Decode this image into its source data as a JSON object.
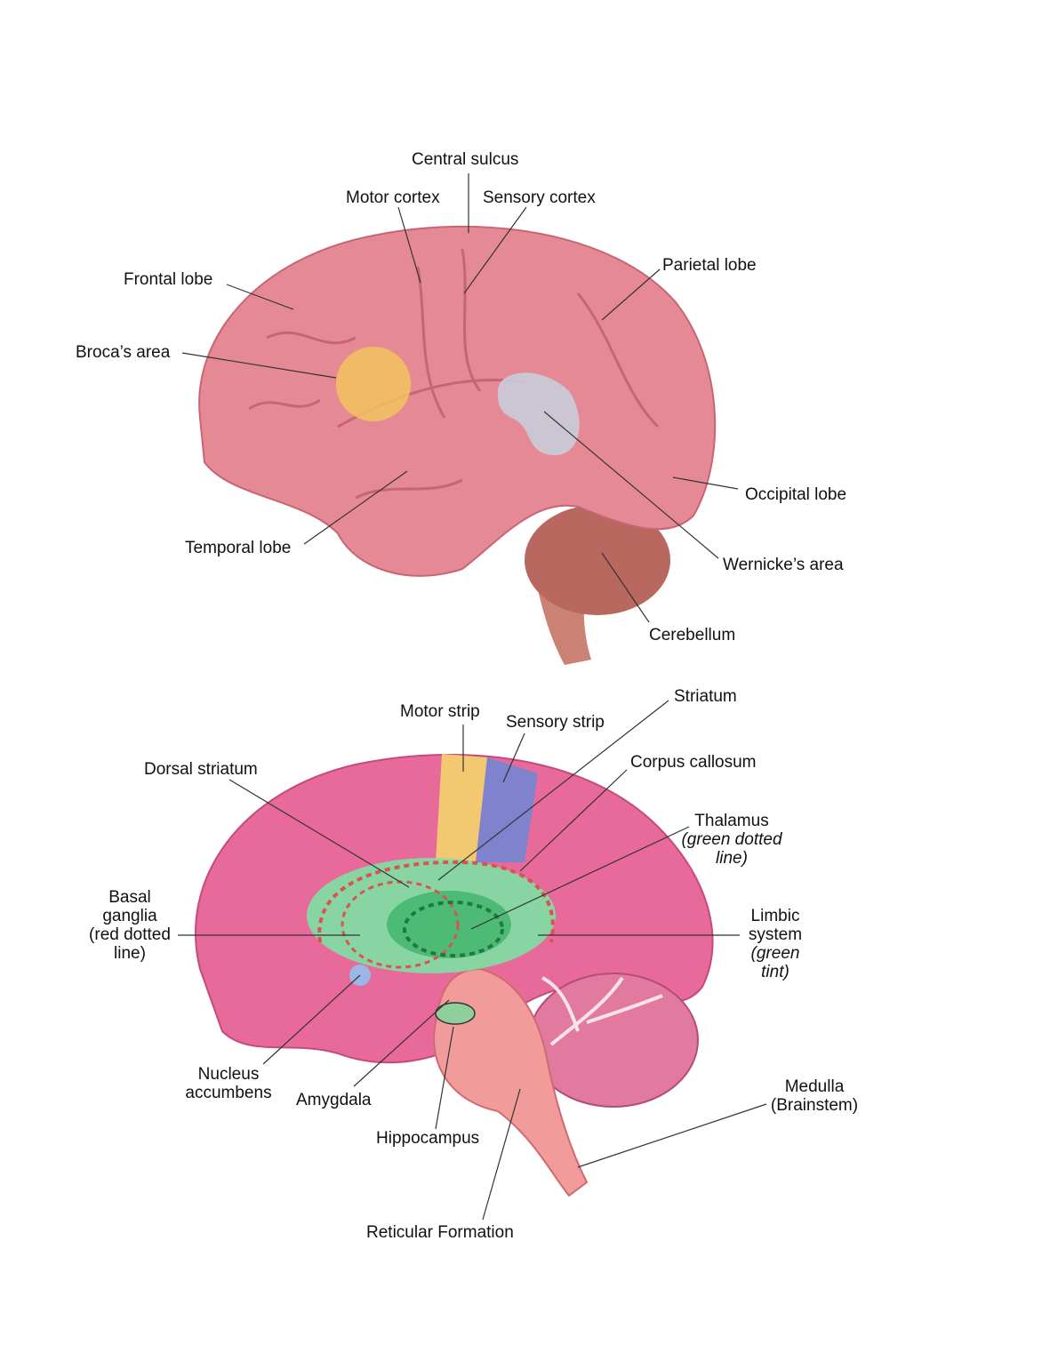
{
  "top_diagram": {
    "labels": {
      "central_sulcus": "Central sulcus",
      "motor_cortex": "Motor cortex",
      "sensory_cortex": "Sensory cortex",
      "frontal_lobe": "Frontal lobe",
      "parietal_lobe": "Parietal lobe",
      "brocas_area": "Broca’s area",
      "occipital_lobe": "Occipital lobe",
      "temporal_lobe": "Temporal lobe",
      "wernickes_area": "Wernicke’s area",
      "cerebellum": "Cerebellum"
    },
    "colors": {
      "cortex": "#e58a95",
      "broca": "#f2c25e",
      "wernicke": "#c9ccd8",
      "cerebellum": "#b8685f"
    }
  },
  "bottom_diagram": {
    "labels": {
      "motor_strip": "Motor strip",
      "sensory_strip": "Sensory strip",
      "striatum": "Striatum",
      "dorsal_striatum": "Dorsal striatum",
      "corpus_callosum": "Corpus callosum",
      "thalamus": "Thalamus",
      "thalamus_note_1": "(green dotted",
      "thalamus_note_2": "line)",
      "basal_ganglia_1": "Basal",
      "basal_ganglia_2": "ganglia",
      "basal_ganglia_3": "(red dotted",
      "basal_ganglia_4": "line)",
      "limbic_1": "Limbic",
      "limbic_2": "system",
      "limbic_3": "(green",
      "limbic_4": "tint)",
      "nucleus_accumbens_1": "Nucleus",
      "nucleus_accumbens_2": "accumbens",
      "amygdala": "Amygdala",
      "hippocampus": "Hippocampus",
      "reticular_formation": "Reticular Formation",
      "medulla_1": "Medulla",
      "medulla_2": "(Brainstem)"
    },
    "colors": {
      "cortex": "#e86a9a",
      "motor_strip": "#f3d36b",
      "sensory_strip": "#6c86d6",
      "limbic": "#7ee0a4",
      "basal_ganglia_line": "#d9534f",
      "thalamus_line": "#1f7a3d"
    }
  }
}
